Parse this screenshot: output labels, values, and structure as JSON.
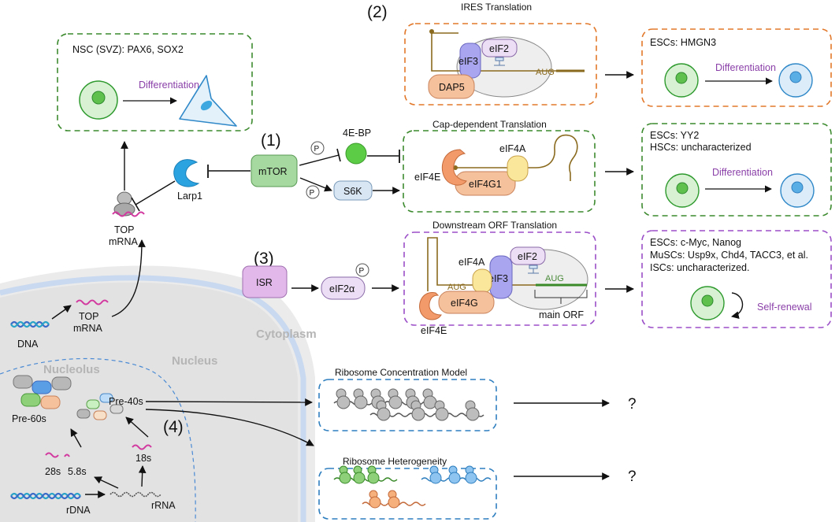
{
  "section_numbers": {
    "one": "(1)",
    "two": "(2)",
    "three": "(3)",
    "four": "(4)"
  },
  "nsc_box": {
    "title": "NSC (SVZ): PAX6, SOX2",
    "arrow_label": "Differentiation"
  },
  "ires": {
    "title": "IRES Translation",
    "factors": {
      "eif2": "eIF2",
      "eif3": "eIF3",
      "dap5": "DAP5",
      "aug": "AUG"
    },
    "outcome": {
      "title": "ESCs: HMGN3",
      "arrow_label": "Differentiation"
    }
  },
  "cap": {
    "title": "Cap-dependent Translation",
    "factors": {
      "eif4a": "eIF4A",
      "eif4e": "eIF4E",
      "eif4g1": "eIF4G1"
    },
    "outcome": {
      "line1": "ESCs: YY2",
      "line2": "HSCs: uncharacterized",
      "arrow_label": "Differentiation"
    }
  },
  "dorf": {
    "title": "Downstream ORF Translation",
    "factors": {
      "eif4a": "eIF4A",
      "eif2": "eIF2",
      "eif3": "eIF3",
      "eif4g": "eIF4G",
      "eif4e": "eIF4E",
      "aug1": "AUG",
      "aug2": "AUG",
      "main_orf": "main ORF"
    },
    "outcome": {
      "line1": "ESCs: c-Myc, Nanog",
      "line2": "MuSCs: Usp9x, Chd4, TACC3, et al.",
      "line3": "ISCs: uncharacterized.",
      "arrow_label": "Self-renewal"
    }
  },
  "mtor_path": {
    "mtor": "mTOR",
    "ebp": "4E-BP",
    "s6k": "S6K",
    "larp1": "Larp1",
    "top_mrna": [
      "TOP",
      "mRNA"
    ],
    "p": "P"
  },
  "isr_path": {
    "isr": "ISR",
    "eif2a": "eIF2α",
    "p": "P"
  },
  "cell": {
    "cytoplasm": "Cytoplasm",
    "nucleus": "Nucleus",
    "nucleolus": "Nucleolus",
    "dna": "DNA",
    "top_mrna": [
      "TOP",
      "mRNA"
    ],
    "pre60s": "Pre-60s",
    "pre40s": "Pre-40s",
    "s28": "28s",
    "s58": "5.8s",
    "s18": "18s",
    "rdna": "rDNA",
    "rrna": "rRNA"
  },
  "models": {
    "concentration": {
      "title": "Ribosome Concentration Model",
      "result": "?"
    },
    "heterogeneity": {
      "title": "Ribosome Heterogeneity",
      "result": "?"
    }
  },
  "colors": {
    "green_box": "#3c8a2e",
    "orange_box": "#e2782a",
    "purple_box": "#9b4fc8",
    "blue_box": "#2f7fbf",
    "mtor": "#a6d9a0",
    "isr": "#e2b8ea",
    "s6k": "#d8e6f4",
    "larp1": "#2aa3e0",
    "eif3": "#a9a6ef",
    "dap5": "#f5c09c",
    "eif2": "#ecdff5",
    "eif4a": "#fbe79c"
  }
}
